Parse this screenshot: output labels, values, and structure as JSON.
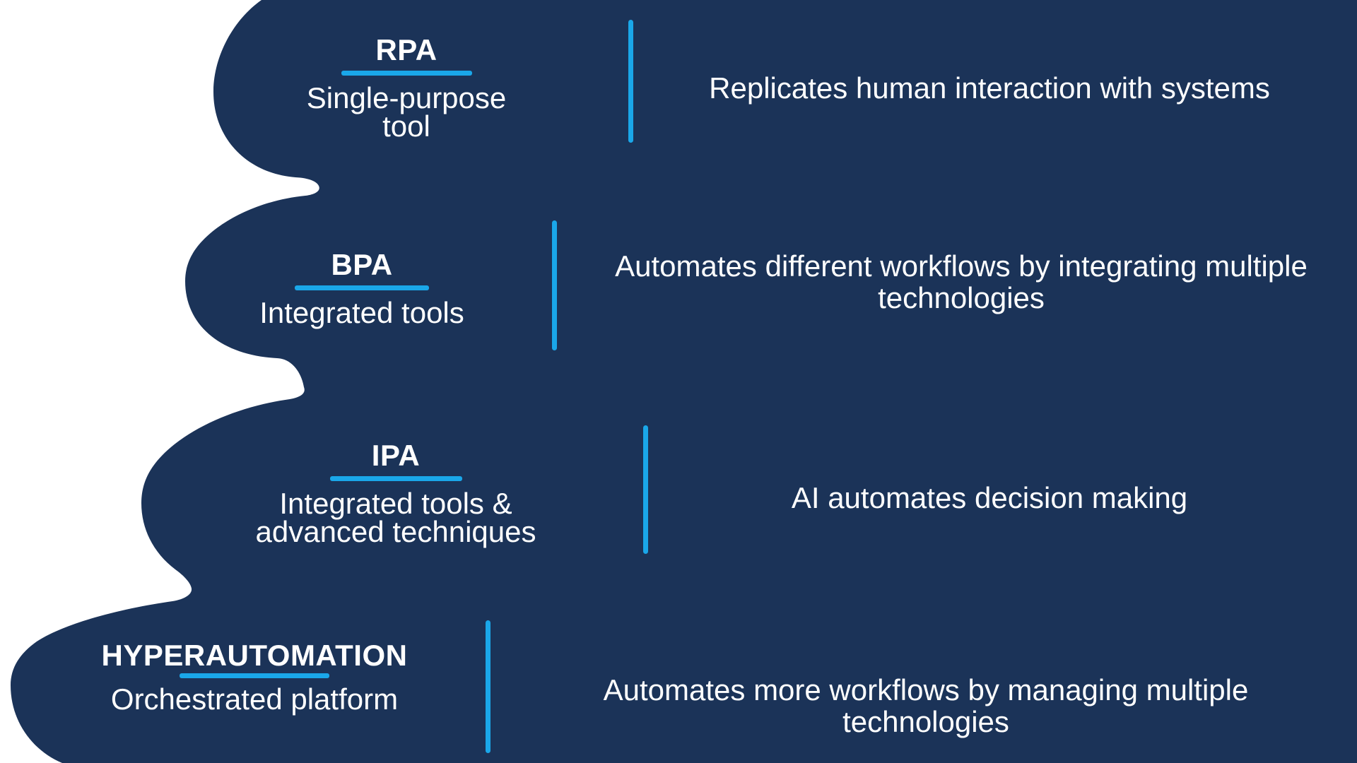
{
  "colors": {
    "navy": "#1B3358",
    "accent": "#1AA7E9",
    "text": "#FFFFFF",
    "page_background": "#FFFFFF"
  },
  "rows": [
    {
      "id": "rpa",
      "title": "RPA",
      "subtitle": "Single-purpose tool",
      "description": "Replicates human interaction with systems"
    },
    {
      "id": "bpa",
      "title": "BPA",
      "subtitle": "Integrated tools",
      "description": "Automates different workflows by integrating multiple technologies"
    },
    {
      "id": "ipa",
      "title": "IPA",
      "subtitle": "Integrated tools & advanced techniques",
      "description": "AI automates decision making"
    },
    {
      "id": "hyperautomation",
      "title": "HYPERAUTOMATION",
      "subtitle": "Orchestrated platform",
      "description": "Automates more workflows by managing multiple technologies"
    }
  ]
}
